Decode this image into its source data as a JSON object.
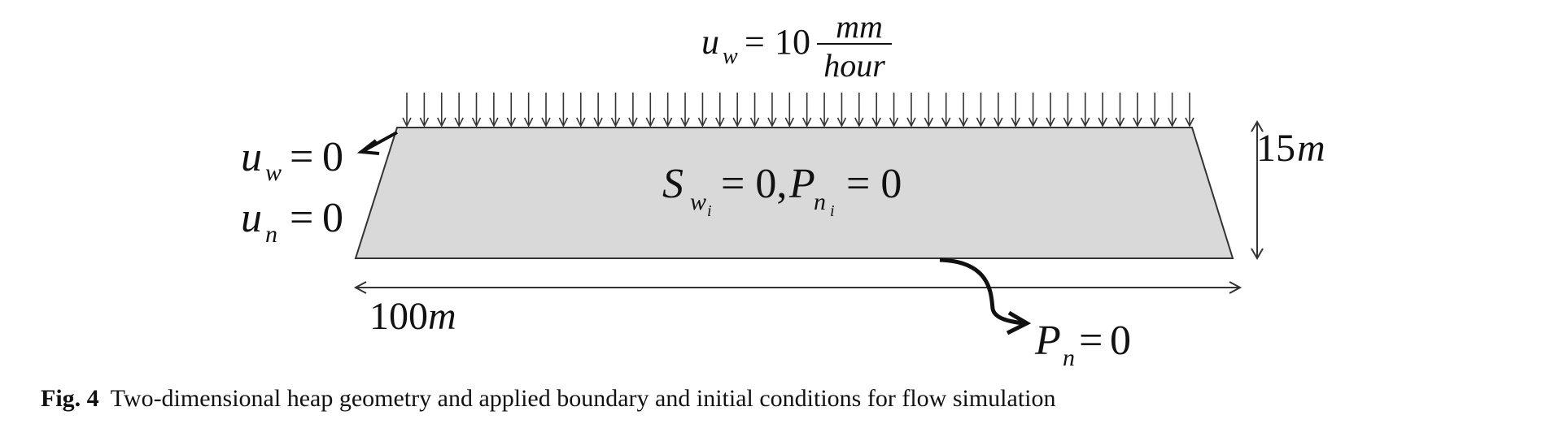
{
  "diagram": {
    "rain": {
      "var": "u",
      "sub": "w",
      "eq": "=",
      "num": "10",
      "frac_num": "mm",
      "frac_den": "hour"
    },
    "left_bc": [
      {
        "var": "u",
        "sub": "w",
        "eq": "=",
        "val": "0"
      },
      {
        "var": "u",
        "sub": "n",
        "eq": "=",
        "val": "0"
      }
    ],
    "initial": {
      "s_var": "S",
      "s_sub": "w",
      "s_subsub": "i",
      "mid": "= 0,",
      "p_var": "P",
      "p_sub": "n",
      "p_subsub": "i",
      "end": "= 0"
    },
    "height_label": {
      "num": "15",
      "unit": "m"
    },
    "width_label": {
      "num": "100",
      "unit": "m"
    },
    "bottom_bc": {
      "var": "P",
      "sub": "n",
      "eq": "=",
      "val": "0"
    },
    "colors": {
      "heap_fill": "#d9d9d9",
      "stroke": "#333333"
    }
  },
  "caption": {
    "label": "Fig. 4",
    "text": "Two-dimensional heap geometry and applied boundary and initial conditions for flow simulation"
  }
}
